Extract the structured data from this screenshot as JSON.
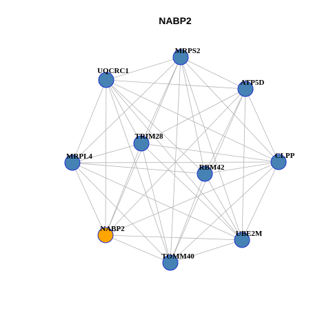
{
  "title": "NABP2",
  "colors": {
    "node_default": "#4682b4",
    "node_highlight": "#ffa500",
    "node_border": "#1c2fd0",
    "edge": "#b3b3b3"
  },
  "nodes": [
    {
      "id": "MRPS2",
      "label": "MRPS2",
      "highlight": false
    },
    {
      "id": "ATP5D",
      "label": "ATP5D",
      "highlight": false
    },
    {
      "id": "UQCRC1",
      "label": "UQCRC1",
      "highlight": false
    },
    {
      "id": "TRIM28",
      "label": "TRIM28",
      "highlight": false
    },
    {
      "id": "MRPL4",
      "label": "MRPL4",
      "highlight": false
    },
    {
      "id": "RBM42",
      "label": "RBM42",
      "highlight": false
    },
    {
      "id": "CLPP",
      "label": "CLPP",
      "highlight": false
    },
    {
      "id": "NABP2",
      "label": "NABP2",
      "highlight": true
    },
    {
      "id": "UBE2M",
      "label": "UBE2M",
      "highlight": false
    },
    {
      "id": "TOMM40",
      "label": "TOMM40",
      "highlight": false
    }
  ],
  "edges": [
    [
      "MRPS2",
      "ATP5D"
    ],
    [
      "MRPS2",
      "UQCRC1"
    ],
    [
      "MRPS2",
      "MRPL4"
    ],
    [
      "MRPS2",
      "TRIM28"
    ],
    [
      "MRPS2",
      "RBM42"
    ],
    [
      "MRPS2",
      "CLPP"
    ],
    [
      "MRPS2",
      "NABP2"
    ],
    [
      "MRPS2",
      "UBE2M"
    ],
    [
      "MRPS2",
      "TOMM40"
    ],
    [
      "UQCRC1",
      "ATP5D"
    ],
    [
      "UQCRC1",
      "TRIM28"
    ],
    [
      "UQCRC1",
      "RBM42"
    ],
    [
      "UQCRC1",
      "CLPP"
    ],
    [
      "UQCRC1",
      "NABP2"
    ],
    [
      "UQCRC1",
      "UBE2M"
    ],
    [
      "UQCRC1",
      "TOMM40"
    ],
    [
      "UQCRC1",
      "MRPL4"
    ],
    [
      "ATP5D",
      "TRIM28"
    ],
    [
      "ATP5D",
      "RBM42"
    ],
    [
      "ATP5D",
      "CLPP"
    ],
    [
      "ATP5D",
      "UBE2M"
    ],
    [
      "ATP5D",
      "NABP2"
    ],
    [
      "ATP5D",
      "TOMM40"
    ],
    [
      "TRIM28",
      "MRPL4"
    ],
    [
      "TRIM28",
      "CLPP"
    ],
    [
      "TRIM28",
      "UBE2M"
    ],
    [
      "TRIM28",
      "NABP2"
    ],
    [
      "TRIM28",
      "TOMM40"
    ],
    [
      "MRPL4",
      "RBM42"
    ],
    [
      "MRPL4",
      "CLPP"
    ],
    [
      "MRPL4",
      "NABP2"
    ],
    [
      "MRPL4",
      "UBE2M"
    ],
    [
      "MRPL4",
      "TOMM40"
    ],
    [
      "RBM42",
      "CLPP"
    ],
    [
      "RBM42",
      "UBE2M"
    ],
    [
      "RBM42",
      "TOMM40"
    ],
    [
      "CLPP",
      "NABP2"
    ],
    [
      "CLPP",
      "UBE2M"
    ],
    [
      "CLPP",
      "TOMM40"
    ],
    [
      "NABP2",
      "UBE2M"
    ],
    [
      "NABP2",
      "TOMM40"
    ],
    [
      "UBE2M",
      "TOMM40"
    ]
  ]
}
